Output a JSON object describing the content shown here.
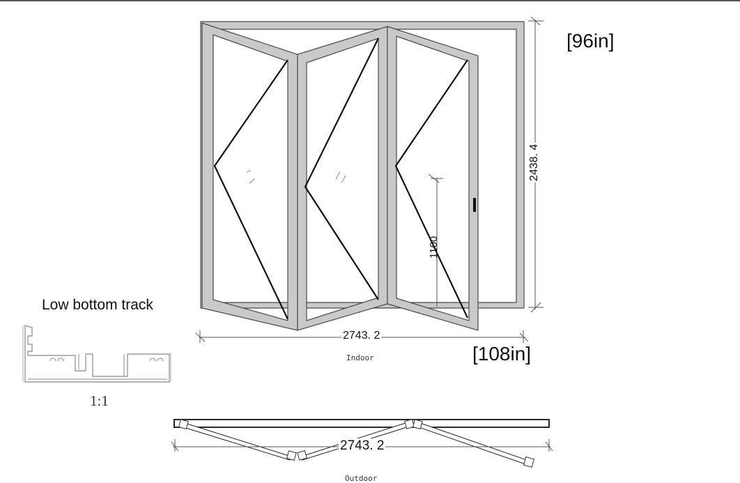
{
  "drawing": {
    "type": "bifold-door-elevation",
    "panels": 3,
    "height_label": "2438. 4",
    "height_imperial": "[96in]",
    "width_label": "2743. 2",
    "width_imperial": "[108in]",
    "handle_height_label": "1100",
    "indoor_label": "Indoor",
    "outdoor_label": "Outdoor",
    "plan_width_label": "2743. 2"
  },
  "track_section": {
    "title": "Low bottom track",
    "scale": "1:1"
  },
  "colors": {
    "frame_fill": "#c8c8c8",
    "frame_stroke": "#555555",
    "line": "#111111",
    "dimension": "#444444"
  }
}
